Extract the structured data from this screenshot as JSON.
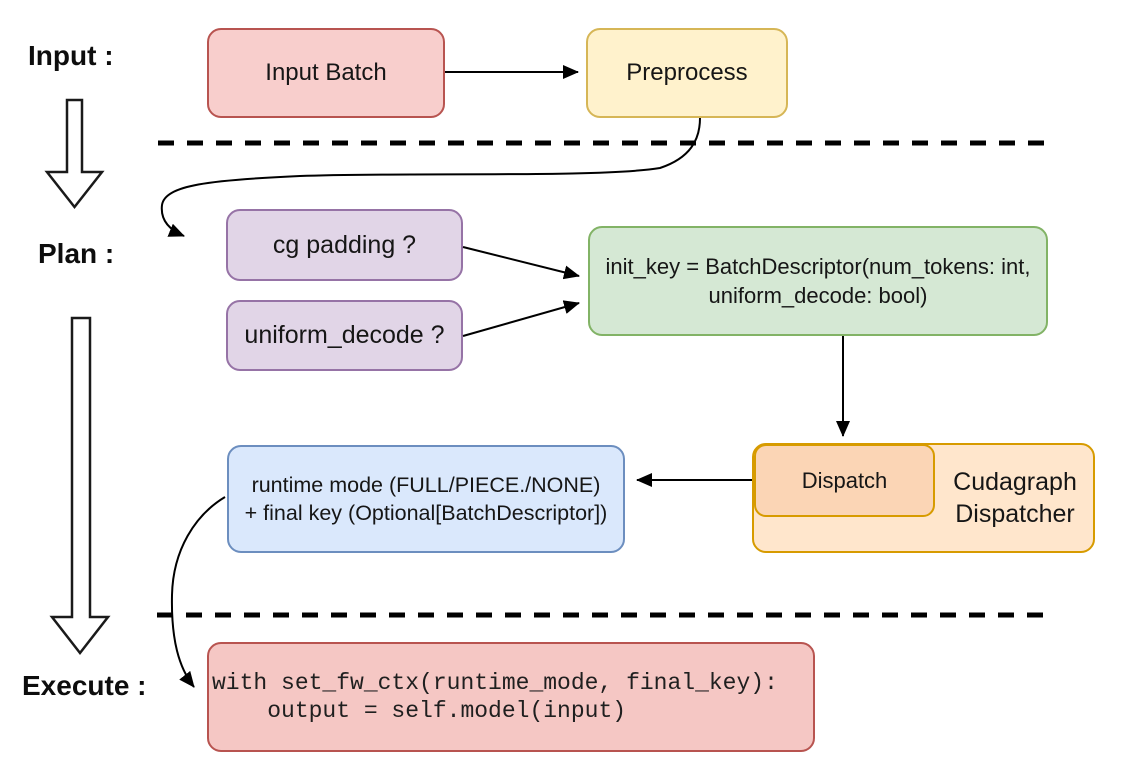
{
  "diagram": {
    "sections": {
      "input_label": "Input :",
      "plan_label": "Plan :",
      "execute_label": "Execute :"
    },
    "nodes": {
      "input_batch": "Input Batch",
      "preprocess": "Preprocess",
      "cg_padding": "cg padding ?",
      "uniform_decode": "uniform_decode ?",
      "init_key_line1": "init_key = BatchDescriptor(num_tokens: int,",
      "init_key_line2": "uniform_decode: bool)",
      "dispatch": "Dispatch",
      "dispatcher_line1": "Cudagraph",
      "dispatcher_line2": "Dispatcher",
      "runtime_line1": "runtime mode (FULL/PIECE./NONE)",
      "runtime_line2": "+ final key (Optional[BatchDescriptor])",
      "code_line1": "with set_fw_ctx(runtime_mode, final_key):",
      "code_line2": "    output = self.model(input)"
    },
    "colors": {
      "red_fill": "#f8cecc",
      "red_stroke": "#b85450",
      "execute_fill": "#f5c7c4",
      "yellow_fill": "#fff2cc",
      "yellow_stroke": "#d6b656",
      "purple_fill": "#e1d5e7",
      "purple_stroke": "#9673a6",
      "green_fill": "#d5e8d4",
      "green_stroke": "#82b366",
      "blue_fill": "#dae8fc",
      "blue_stroke": "#6c8ebf",
      "orange_fill": "#ffe6cc",
      "orange_inner_fill": "#fbd5b5",
      "orange_stroke": "#d79b00",
      "connector": "#000000"
    }
  }
}
